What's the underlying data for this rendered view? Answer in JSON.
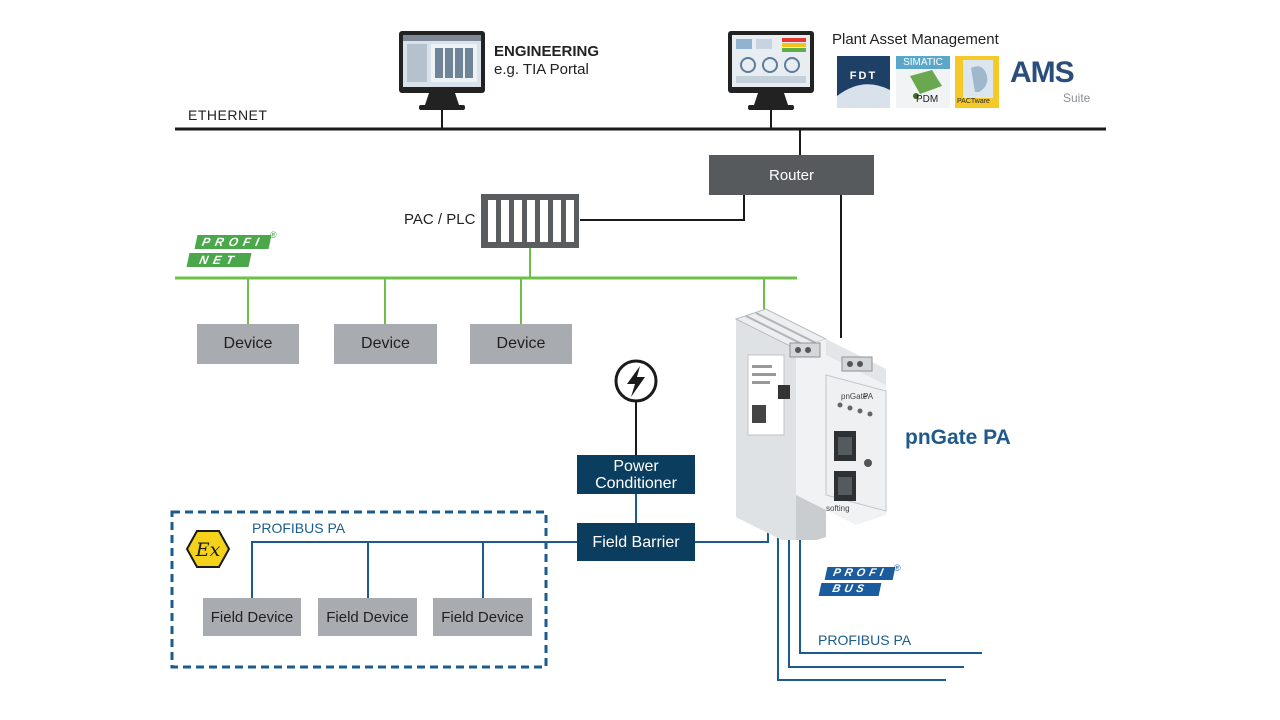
{
  "network": {
    "ethernet_label": "ETHERNET",
    "engineering_title": "ENGINEERING",
    "engineering_sub": "e.g. TIA Portal",
    "pam_title": "Plant Asset Management",
    "router_label": "Router",
    "plc_label": "PAC / PLC",
    "devices": [
      "Device",
      "Device",
      "Device"
    ],
    "power_conditioner_line1": "Power",
    "power_conditioner_line2": "Conditioner",
    "field_barrier_label": "Field Barrier",
    "profibus_pa_label_zone": "PROFIBUS PA",
    "profibus_pa_label_out": "PROFIBUS PA",
    "field_devices": [
      "Field Device",
      "Field Device",
      "Field Device"
    ],
    "gateway_label": "pnGate PA",
    "ex_symbol": "Ex"
  },
  "logos": {
    "profinet_top": "PROFI",
    "profinet_bottom": "NET",
    "profibus_top": "PROFI",
    "profibus_bottom": "BUS",
    "fdt": "FDT",
    "simatic": "SIMATIC",
    "pdm": "PDM",
    "pactware": "PACTware",
    "ams": "AMS",
    "ams_suite": "Suite",
    "device_brand": "softing",
    "device_model": "pnGate",
    "device_pa": "PA"
  },
  "colors": {
    "ethernet_line": "#1a1a1a",
    "profinet_line": "#6cc04a",
    "profibus_line": "#1b5c8c",
    "navy_box": "#0b3d5e",
    "gray_box": "#a8acb0",
    "router_box": "#575a5d",
    "gateway_text": "#1f5a8a",
    "ex_yellow": "#f5d21a"
  }
}
